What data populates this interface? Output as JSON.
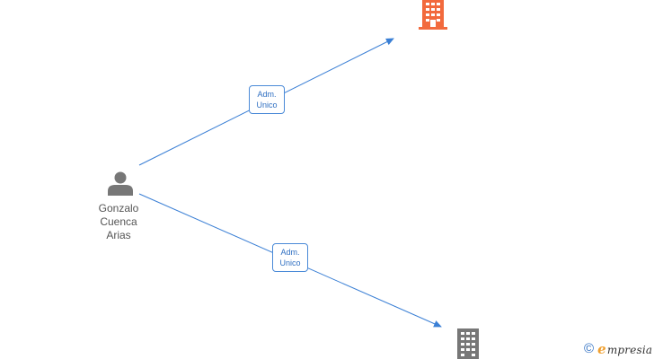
{
  "person": {
    "name_lines": [
      "Gonzalo",
      "Cuenca",
      "Arias"
    ],
    "icon": "person-icon"
  },
  "relations": [
    {
      "label_lines": [
        "Adm.",
        "Unico"
      ],
      "target": "company-top"
    },
    {
      "label_lines": [
        "Adm.",
        "Unico"
      ],
      "target": "company-bottom"
    }
  ],
  "companies": [
    {
      "id": "company-top",
      "icon": "building-icon",
      "color": "#f26a3d"
    },
    {
      "id": "company-bottom",
      "icon": "building-icon",
      "color": "#777777"
    }
  ],
  "colors": {
    "edge": "#3a7fd5",
    "person": "#777777"
  },
  "watermark": {
    "symbol": "©",
    "brand_initial": "e",
    "brand_rest": "mpresia",
    "brand_color": "#f0a030"
  }
}
